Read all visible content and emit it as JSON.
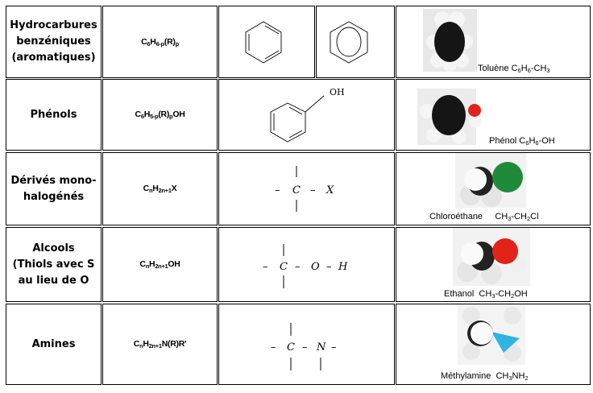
{
  "rows": [
    {
      "family": [
        "Hydrocarbures",
        "benzéniques",
        "(aromatiques)"
      ],
      "formula": [
        {
          "t": "C"
        },
        {
          "s": "6"
        },
        {
          "t": "H"
        },
        {
          "s": "6-p"
        },
        {
          "t": "(R)"
        },
        {
          "s": "p"
        }
      ],
      "caption": [
        {
          "t": "Toluène C"
        },
        {
          "s": "6"
        },
        {
          "t": "H"
        },
        {
          "s": "6"
        },
        {
          "t": "-CH"
        },
        {
          "s": "3"
        }
      ]
    },
    {
      "family": [
        "Phénols"
      ],
      "formula": [
        {
          "t": "C"
        },
        {
          "s": "6"
        },
        {
          "t": "H"
        },
        {
          "s": "5-p"
        },
        {
          "t": "(R)"
        },
        {
          "s": "p"
        },
        {
          "t": "OH"
        }
      ],
      "structure": {
        "oh": "OH"
      },
      "caption": [
        {
          "t": "Phénol C"
        },
        {
          "s": "6"
        },
        {
          "t": "H"
        },
        {
          "s": "6"
        },
        {
          "t": "-OH"
        }
      ]
    },
    {
      "family": [
        "Dérivés mono-",
        "halogénés"
      ],
      "formula": [
        {
          "t": "C"
        },
        {
          "s": "n"
        },
        {
          "t": "H"
        },
        {
          "s": "2n+1"
        },
        {
          "t": "X"
        }
      ],
      "structure": {
        "atoms": [
          "C",
          "X"
        ]
      },
      "caption": [
        {
          "t": "Chloroéthane     CH"
        },
        {
          "s": "3"
        },
        {
          "t": "-CH"
        },
        {
          "s": "2"
        },
        {
          "t": "Cl"
        }
      ]
    },
    {
      "family": [
        "Alcools",
        "(Thiols avec S",
        "au lieu de O"
      ],
      "formula": [
        {
          "t": "C"
        },
        {
          "s": "n"
        },
        {
          "t": "H"
        },
        {
          "s": "2n+1"
        },
        {
          "t": "OH"
        }
      ],
      "structure": {
        "atoms": [
          "C",
          "O",
          "H"
        ]
      },
      "caption": [
        {
          "t": "Ethanol  CH"
        },
        {
          "s": "3"
        },
        {
          "t": "-CH"
        },
        {
          "s": "2"
        },
        {
          "t": "OH"
        }
      ]
    },
    {
      "family": [
        "Amines"
      ],
      "formula": [
        {
          "t": "C"
        },
        {
          "s": "n"
        },
        {
          "t": "H"
        },
        {
          "s": "2n+1"
        },
        {
          "t": "N(R)R'"
        }
      ],
      "structure": {
        "atoms": [
          "C",
          "N"
        ]
      },
      "caption": [
        {
          "t": "Méthylamine  CH"
        },
        {
          "s": "3"
        },
        {
          "t": "NH"
        },
        {
          "s": "2"
        }
      ]
    }
  ],
  "colors": {
    "carbon": "#111111",
    "hydrogen": "#f2f2f2",
    "oxygen": "#e0241a",
    "chlorine": "#1f8a3a",
    "nitrogen": "#2fb5e0"
  }
}
